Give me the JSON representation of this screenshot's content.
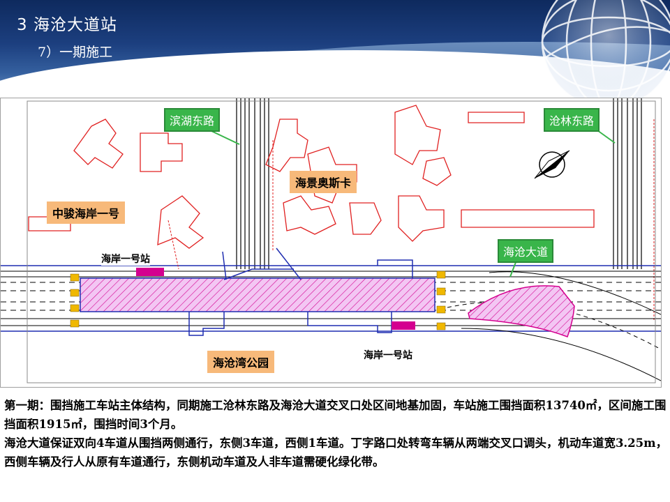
{
  "slide": {
    "title": "3 海沧大道站",
    "subtitle": "7）一期施工"
  },
  "map": {
    "labels": {
      "binhu_road": "滨湖东路",
      "canglin_road": "沧林东路",
      "haijing": "海景奥斯卡",
      "zhongjun": "中骏海岸一号",
      "haicang_avenue": "海沧大道",
      "haicang_park": "海沧湾公园",
      "coast_station_north": "海岸一号站",
      "coast_station_south": "海岸一号站"
    },
    "colors": {
      "road_green": "#39b54a",
      "label_orange": "#f7b97a",
      "enclosure_pink": "#f3c6f3",
      "building_red": "#e02020",
      "blue_line": "#1f2db0",
      "magenta": "#d4008f",
      "yellow_marker": "#f0b800"
    }
  },
  "description": {
    "line1": "第一期：围挡施工车站主体结构，同期施工沧林东路及海沧大道交叉口处区间地基加固，车站施工围挡面积13740㎡，区间施工围挡面积1915㎡，围挡时间3个月。",
    "line2": "海沧大道保证双向4车道从围挡两侧通行，东侧3车道，西侧1车道。丁字路口处转弯车辆从两端交叉口调头，机动车道宽3.25m，西侧车辆及行人从原有车道通行，东侧机动车道及人非车道需硬化绿化带。"
  }
}
